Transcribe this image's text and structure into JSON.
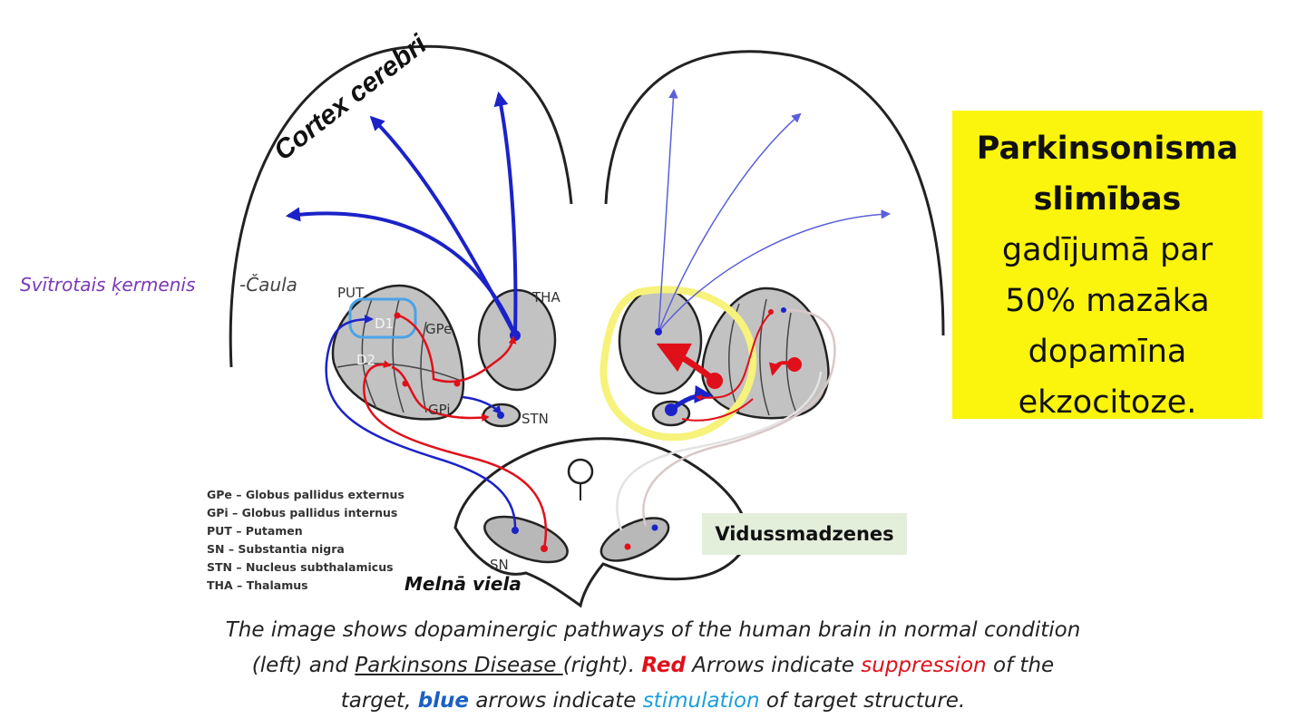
{
  "labels": {
    "cortex": "Cortex cerebri",
    "put": "PUT",
    "tha": "THA",
    "gpe": "GPe",
    "gpi": "GPi",
    "stn": "STN",
    "sn": "SN",
    "d1": "D1",
    "d2": "D2",
    "striatum": "Svītrotais ķermenis",
    "caula": "-Čaula",
    "melna_viela": "Melnā viela",
    "vidussmadzenes": "Vidussmadzenes"
  },
  "legend": [
    "GPe – Globus pallidus externus",
    "GPi – Globus pallidus internus",
    "PUT – Putamen",
    "SN    – Substantia nigra",
    "STN – Nucleus subthalamicus",
    "THA – Thalamus"
  ],
  "callout": {
    "line1": "Parkinsonisma",
    "line2": "slimības",
    "line3": "gadījumā par",
    "line4": "50% mazāka",
    "line5": "dopamīna",
    "line6": "ekzocitoze."
  },
  "caption": {
    "p1": "The image shows dopaminergic pathways of the human brain in normal condition",
    "p2": "(left) and ",
    "p3": "Parkinsons Disease ",
    "p4": "(right). ",
    "p5": "Red",
    "p6": " Arrows indicate ",
    "p7": "suppression",
    "p8": " of the",
    "p9": "target, ",
    "p10": "blue",
    "p11": " arrows indicate ",
    "p12": "stimulation",
    "p13": " of target structure."
  },
  "colors": {
    "red": "#e0101a",
    "blue": "#1b22c9",
    "gray": "#b8b8b8",
    "yellow": "#fbf40c",
    "highlight": "#f6f27a"
  }
}
